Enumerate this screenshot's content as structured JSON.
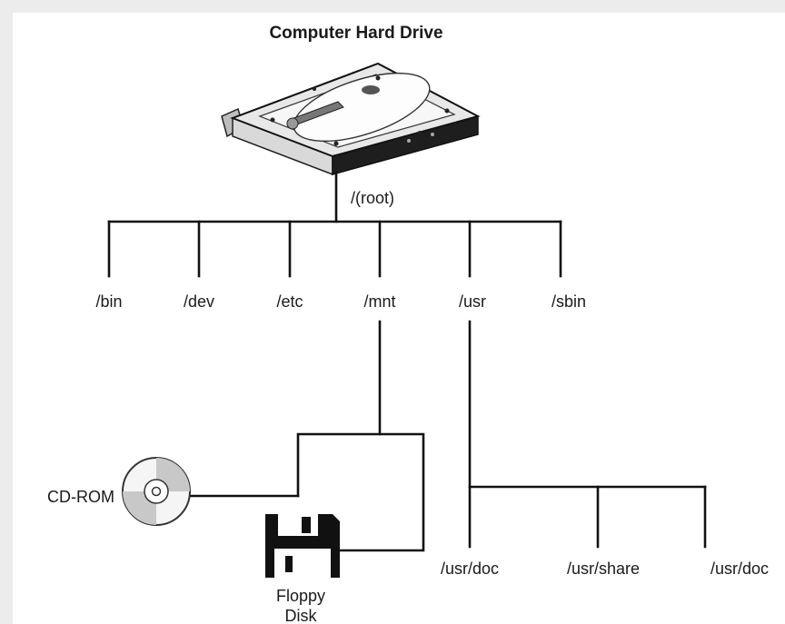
{
  "title": "Computer Hard Drive",
  "root": "/(root)",
  "dirs": [
    "/bin",
    "/dev",
    "/etc",
    "/mnt",
    "/usr",
    "/sbin"
  ],
  "mnt_devices": {
    "cdrom": "CD-ROM",
    "floppy_line1": "Floppy",
    "floppy_line2": "Disk"
  },
  "usr_children": [
    "/usr/doc",
    "/usr/share",
    "/usr/doc"
  ],
  "icons": [
    "hard-drive-icon",
    "cd-rom-icon",
    "floppy-disk-icon"
  ]
}
